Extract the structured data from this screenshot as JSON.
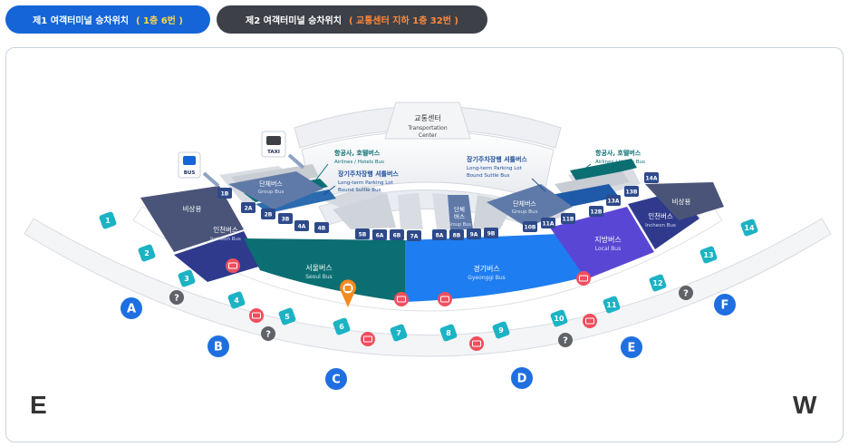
{
  "tabs": [
    {
      "label": "제1 여객터미널 승차위치",
      "highlight": "( 1층 6번 )"
    },
    {
      "label": "제2 여객터미널 승차위치",
      "highlight": "( 교통센터 지하 1층 32번 )"
    }
  ],
  "directions": {
    "left": "E",
    "right": "W"
  },
  "map": {
    "transport_center": {
      "ko": "교통센터",
      "en1": "Transportation",
      "en2": "Center"
    },
    "icons": {
      "bus": "BUS",
      "taxi": "TAXI"
    },
    "zones": {
      "left_reserve": "비상용",
      "right_reserve": "비상용",
      "incheon_left_ko": "인천버스",
      "incheon_left_en": "Incheon Bus",
      "incheon_right_ko": "인천버스",
      "incheon_right_en": "Incheon Bus",
      "seoul_ko": "서울버스",
      "seoul_en": "Seoul Bus",
      "gyeonggi_ko": "경기버스",
      "gyeonggi_en": "Gyeonggi Bus",
      "local_ko": "지방버스",
      "local_en": "Local Bus",
      "group_left_ko": "단체버스",
      "group_left_en": "Group Bus",
      "group_right_ko": "단체버스",
      "group_right_en": "Group Bus",
      "group_center_ko1": "단체",
      "group_center_ko2": "버스",
      "group_center_en": "Group Bus"
    },
    "callouts": {
      "airline_left_ko": "항공사, 호텔버스",
      "airline_left_en": "Airlines / Hotels Bus",
      "parking_left_ko": "장기주차장행 셔틀버스",
      "parking_left_en1": "Long-term Parking Lot",
      "parking_left_en2": "Bound Suttle Bus",
      "parking_right_ko": "장기주차장행 셔틀버스",
      "parking_right_en1": "Long-term Parking Lot",
      "parking_right_en2": "Bound Suttle Bus",
      "airline_right_ko": "항공사, 호텔버스",
      "airline_right_en": "Airlines / Hotels Bus"
    },
    "bays": [
      "1B",
      "2A",
      "2B",
      "3B",
      "4A",
      "4B",
      "5B",
      "6A",
      "6B",
      "7A",
      "8A",
      "8B",
      "9A",
      "9B",
      "10B",
      "11A",
      "11B",
      "12B",
      "13A",
      "13B",
      "14A"
    ],
    "stops": [
      "1",
      "2",
      "3",
      "4",
      "5",
      "6",
      "7",
      "8",
      "9",
      "10",
      "11",
      "12",
      "13",
      "14"
    ],
    "gates": [
      "A",
      "B",
      "C",
      "D",
      "E",
      "F"
    ],
    "info_symbol": "?",
    "colors": {
      "tab_active": "#1565d8",
      "tab_inactive": "#3d4047",
      "seoul": "#0b6e72",
      "gyeonggi": "#1e7df0",
      "local": "#5a46d4",
      "incheon": "#2f3a8c",
      "reserve": "#4a5478",
      "group": "#5f7aa8",
      "stop_teal": "#1cb3c4",
      "gate_blue": "#1f6fe0",
      "marker_orange": "#f58a1f"
    }
  }
}
